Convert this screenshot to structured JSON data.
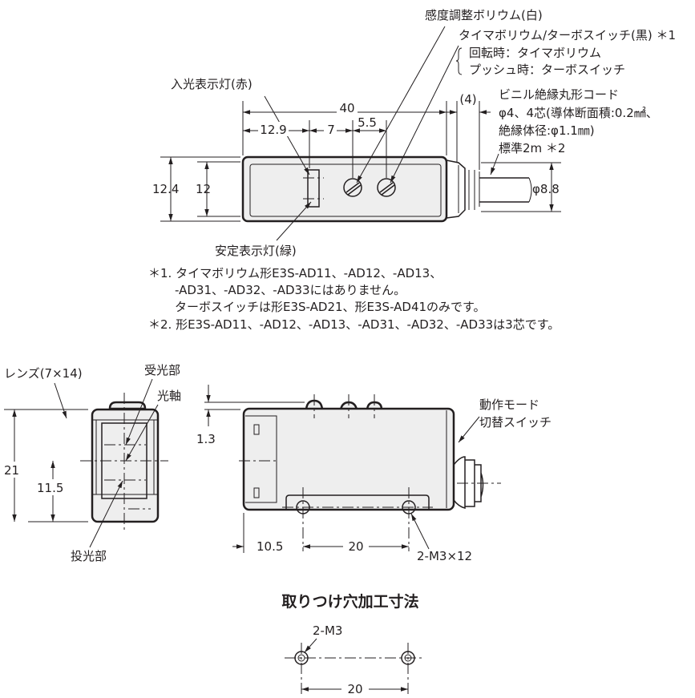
{
  "top_view": {
    "labels": {
      "sensitivity_volume": "感度調整ボリウム(白)",
      "timer_turbo": "タイマボリウム/ターボスイッチ(黒) ＊1",
      "rotate": "回転時：タイマボリウム",
      "push": "プッシュ時：ターボスイッチ",
      "incident_light": "入光表示灯(赤)",
      "stable_light": "安定表示灯(緑)",
      "cable_1": "ビニル絶縁丸形コード",
      "cable_2": "φ4、4芯(導体断面積:0.2㎟、",
      "cable_3": "絶縁体径:φ1.1㎜)",
      "cable_4": "標準2m ＊2"
    },
    "dims": {
      "width": "40",
      "connector": "(4)",
      "d1": "12.9",
      "d2": "7",
      "d3": "5.5",
      "h_outer": "12.4",
      "h_inner": "12",
      "cable_dia": "φ8.8"
    }
  },
  "notes": [
    "＊1. タイマボリウム形E3S-AD11、-AD12、-AD13、",
    "-AD31、-AD32、-AD33にはありません。",
    "ターボスイッチは形E3S-AD21、形E3S-AD41のみです。",
    "＊2. 形E3S-AD11、-AD12、-AD13、-AD31、-AD32、-AD33は3芯です。"
  ],
  "front_view": {
    "labels": {
      "lens": "レンズ(7×14)",
      "receiver": "受光部",
      "axis": "光軸",
      "emitter": "投光部"
    },
    "dims": {
      "height": "21",
      "axis_height": "11.5"
    }
  },
  "side_view": {
    "labels": {
      "mode_1": "動作モード",
      "mode_2": "切替スイッチ",
      "screw": "2-M3×12"
    },
    "dims": {
      "protrusion": "1.3",
      "offset": "10.5",
      "pitch": "20"
    }
  },
  "mounting": {
    "title": "取りつけ穴加工寸法",
    "screw": "2-M3",
    "pitch": "20"
  }
}
